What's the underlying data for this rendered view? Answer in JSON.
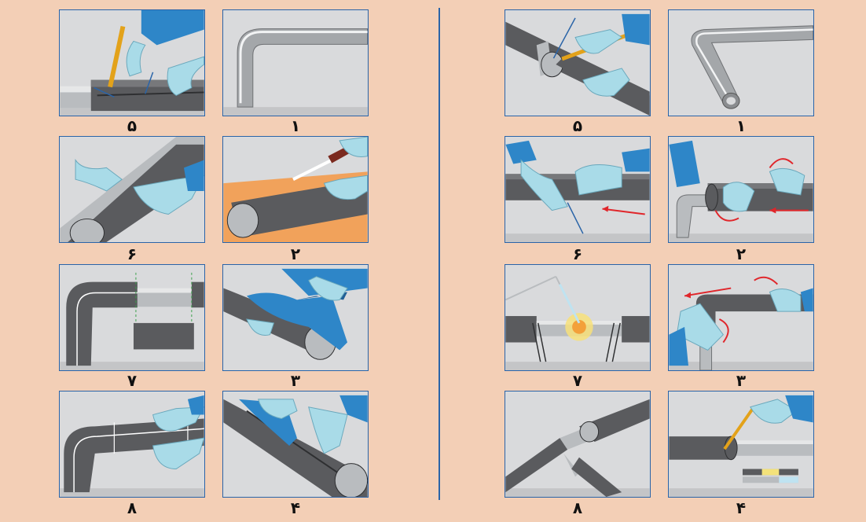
{
  "left_set": {
    "steps": [
      {
        "id": "l1",
        "label": "۱"
      },
      {
        "id": "l2",
        "label": "۲"
      },
      {
        "id": "l3",
        "label": "۳"
      },
      {
        "id": "l4",
        "label": "۴"
      },
      {
        "id": "l5",
        "label": "۵"
      },
      {
        "id": "l6",
        "label": "۶"
      },
      {
        "id": "l7",
        "label": "۷"
      },
      {
        "id": "l8",
        "label": "۸"
      }
    ]
  },
  "right_set": {
    "steps": [
      {
        "id": "r1",
        "label": "۱"
      },
      {
        "id": "r2",
        "label": "۲"
      },
      {
        "id": "r3",
        "label": "۳"
      },
      {
        "id": "r4",
        "label": "۴"
      },
      {
        "id": "r5",
        "label": "۵"
      },
      {
        "id": "r6",
        "label": "۶"
      },
      {
        "id": "r7",
        "label": "۷"
      },
      {
        "id": "r8",
        "label": "۸"
      }
    ]
  },
  "colors": {
    "background": "#f3cfb6",
    "frame": "#2a64a8",
    "panel": "#d9dadc",
    "insulation": "#5a5b5e",
    "pipe": "#b9bcbf",
    "glove": "#a9dbe8",
    "sleeve": "#2e86c8",
    "arrow_red": "#e0262b",
    "arrow_blue": "#2a64a8"
  }
}
